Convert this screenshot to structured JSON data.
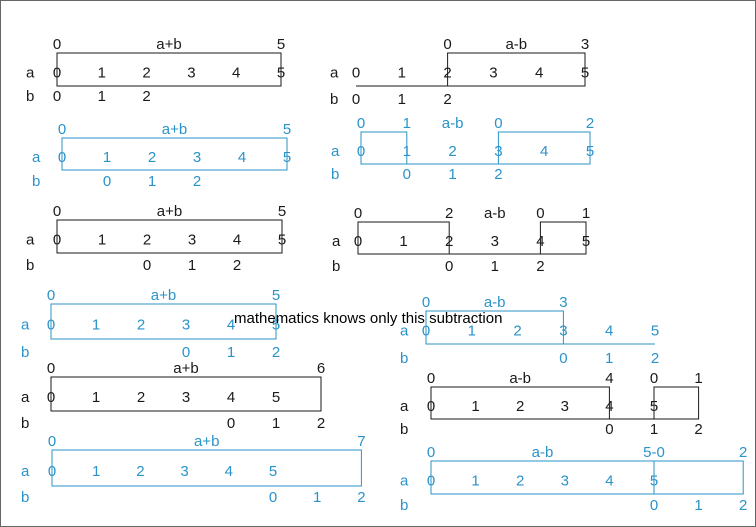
{
  "colors": {
    "black": "#1a1a1a",
    "blue": "#2a93c9",
    "border": "#666666"
  },
  "note": "mathematics knows only this subtraction",
  "panels": [
    {
      "id": "L1",
      "color": "black",
      "boxes": [
        {
          "from": 0,
          "to": 5,
          "left": "0",
          "op": "a+b",
          "right": "5"
        }
      ],
      "a": [
        "0",
        "1",
        "2",
        "3",
        "4",
        "5"
      ],
      "a_start": 0,
      "b": [
        "0",
        "1",
        "2"
      ],
      "b_start": 0,
      "labels": [
        "a",
        "b"
      ]
    },
    {
      "id": "R1",
      "color": "black",
      "boxes": [
        {
          "from": 2,
          "to": 5,
          "left": "0",
          "op": "a-b",
          "right": "3"
        }
      ],
      "a": [
        "0",
        "1",
        "2",
        "3",
        "4",
        "5"
      ],
      "a_start": 0,
      "b": [
        "0",
        "1",
        "2"
      ],
      "b_start": 0,
      "labels": [
        "a",
        "b"
      ]
    },
    {
      "id": "L2",
      "color": "blue",
      "boxes": [
        {
          "from": 0,
          "to": 5,
          "left": "0",
          "op": "a+b",
          "right": "5"
        }
      ],
      "a": [
        "0",
        "1",
        "2",
        "3",
        "4",
        "5"
      ],
      "a_start": 0,
      "b": [
        "0",
        "1",
        "2"
      ],
      "b_start": 1,
      "labels": [
        "a",
        "b"
      ]
    },
    {
      "id": "R2",
      "color": "blue",
      "boxes": [
        {
          "from": 0,
          "to": 1,
          "left": "0",
          "op": "",
          "right": "1"
        },
        {
          "from": 3,
          "to": 5,
          "left": "0",
          "op": "",
          "right": "2"
        }
      ],
      "center_op": "a-b",
      "a": [
        "0",
        "1",
        "2",
        "3",
        "4",
        "5"
      ],
      "a_start": 0,
      "b": [
        "0",
        "1",
        "2"
      ],
      "b_start": 1,
      "labels": [
        "a",
        "b"
      ]
    },
    {
      "id": "L3",
      "color": "black",
      "boxes": [
        {
          "from": 0,
          "to": 5,
          "left": "0",
          "op": "a+b",
          "right": "5"
        }
      ],
      "a": [
        "0",
        "1",
        "2",
        "3",
        "4",
        "5"
      ],
      "a_start": 0,
      "b": [
        "0",
        "1",
        "2"
      ],
      "b_start": 2,
      "labels": [
        "a",
        "b"
      ]
    },
    {
      "id": "R3",
      "color": "black",
      "boxes": [
        {
          "from": 0,
          "to": 2,
          "left": "0",
          "op": "",
          "right": "2"
        },
        {
          "from": 4,
          "to": 5,
          "left": "0",
          "op": "",
          "right": "1"
        }
      ],
      "center_op": "a-b",
      "a": [
        "0",
        "1",
        "2",
        "3",
        "4",
        "5"
      ],
      "a_start": 0,
      "b": [
        "0",
        "1",
        "2"
      ],
      "b_start": 2,
      "labels": [
        "a",
        "b"
      ]
    },
    {
      "id": "L4",
      "color": "blue",
      "boxes": [
        {
          "from": 0,
          "to": 5,
          "left": "0",
          "op": "a+b",
          "right": "5"
        }
      ],
      "a": [
        "0",
        "1",
        "2",
        "3",
        "4",
        "5"
      ],
      "a_start": 0,
      "b": [
        "0",
        "1",
        "2"
      ],
      "b_start": 3,
      "labels": [
        "a",
        "b"
      ]
    },
    {
      "id": "R4",
      "color": "blue",
      "boxes": [
        {
          "from": 0,
          "to": 3,
          "left": "0",
          "op": "a-b",
          "right": "3"
        }
      ],
      "a": [
        "0",
        "1",
        "2",
        "3",
        "4",
        "5"
      ],
      "a_start": 0,
      "b": [
        "0",
        "1",
        "2"
      ],
      "b_start": 3,
      "labels": [
        "a",
        "b"
      ]
    },
    {
      "id": "L5",
      "color": "black",
      "boxes": [
        {
          "from": 0,
          "to": 6,
          "left": "0",
          "op": "a+b",
          "right": "6"
        }
      ],
      "a": [
        "0",
        "1",
        "2",
        "3",
        "4",
        "5"
      ],
      "a_start": 0,
      "b": [
        "0",
        "1",
        "2"
      ],
      "b_start": 4,
      "labels": [
        "a",
        "b"
      ]
    },
    {
      "id": "R5",
      "color": "black",
      "boxes": [
        {
          "from": 0,
          "to": 4,
          "left": "0",
          "op": "a-b",
          "right": "4"
        },
        {
          "from": 5,
          "to": 6,
          "left": "0",
          "op": "",
          "right": "1"
        }
      ],
      "a": [
        "0",
        "1",
        "2",
        "3",
        "4",
        "5"
      ],
      "a_start": 0,
      "b": [
        "0",
        "1",
        "2"
      ],
      "b_start": 4,
      "labels": [
        "a",
        "b"
      ]
    },
    {
      "id": "L6",
      "color": "blue",
      "boxes": [
        {
          "from": 0,
          "to": 7,
          "left": "0",
          "op": "a+b",
          "right": "7"
        }
      ],
      "a": [
        "0",
        "1",
        "2",
        "3",
        "4",
        "5"
      ],
      "a_start": 0,
      "b": [
        "0",
        "1",
        "2"
      ],
      "b_start": 5,
      "labels": [
        "a",
        "b"
      ]
    },
    {
      "id": "R6",
      "color": "blue",
      "boxes": [
        {
          "from": 0,
          "to": 7,
          "left": "0",
          "op": "a-b",
          "mid": "5-0",
          "mid_at": 5,
          "right": "2"
        }
      ],
      "a": [
        "0",
        "1",
        "2",
        "3",
        "4",
        "5"
      ],
      "a_start": 0,
      "b": [
        "0",
        "1",
        "2"
      ],
      "b_start": 5,
      "labels": [
        "a",
        "b"
      ]
    }
  ]
}
